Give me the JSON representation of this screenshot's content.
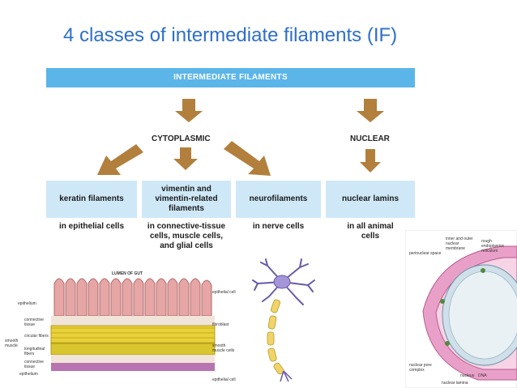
{
  "title": "4 classes of intermediate filaments (IF)",
  "diagram": {
    "banner": "INTERMEDIATE FILAMENTS",
    "cytoplasmic": "CYTOPLASMIC",
    "nuclear": "NUCLEAR",
    "classes": [
      {
        "name": "keratin filaments",
        "location": "in epithelial cells"
      },
      {
        "name": "vimentin and vimentin-related filaments",
        "location": "in connective-tissue cells, muscle cells, and glial cells"
      },
      {
        "name": "neurofilaments",
        "location": "in nerve cells"
      },
      {
        "name": "nuclear lamins",
        "location": "in all animal cells"
      }
    ],
    "colors": {
      "banner": "#5bb5e8",
      "box": "#cfe8f7",
      "arrow": "#b27f3c",
      "title": "#2e6fc8"
    }
  },
  "gut_figure": {
    "lumen": "LUMEN OF GUT",
    "left_labels": {
      "epithelium": "epithelium",
      "connective_tissue": "connective tissue",
      "smooth_muscle": "smooth muscle",
      "circular_fibers": "circular fibers",
      "longitudinal_fibers": "longitudinal fibers",
      "connective_tissue_2": "connective tissue",
      "epithelium_2": "epithelium"
    },
    "right_labels": {
      "epithelial_cell": "epithelial cell",
      "fibroblast": "fibroblast",
      "smooth_muscle_cells": "smooth muscle cells",
      "epithelial_cell_2": "epithelial cell"
    }
  },
  "nucleus_figure": {
    "labels": {
      "inner_outer": "inner and outer nuclear membrane",
      "rough_er": "rough endoplasmic reticulum",
      "perinuclear_space": "perinuclear space",
      "pore_complex": "nuclear pore complex",
      "nucleus": "nucleus",
      "dna": "DNA",
      "nuclear_lamina": "nuclear lamina"
    }
  }
}
